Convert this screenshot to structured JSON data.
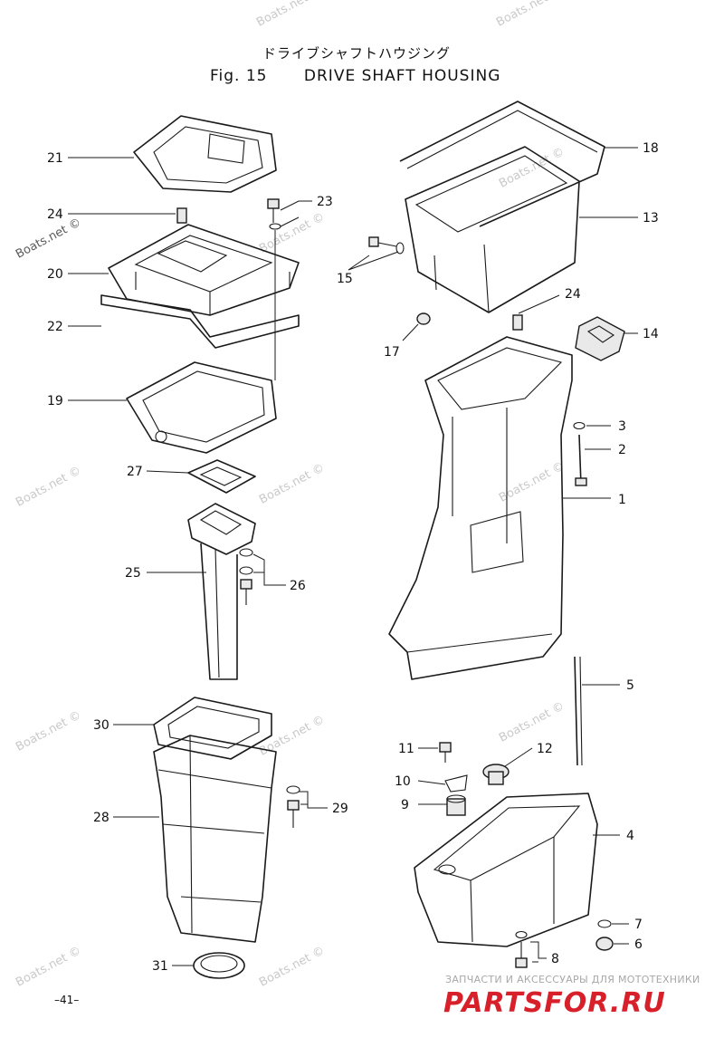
{
  "header": {
    "title_jp": "ドライブシャフトハウジング",
    "fig_label": "Fig. 15",
    "title_en": "DRIVE SHAFT HOUSING"
  },
  "callouts": [
    {
      "num": "1"
    },
    {
      "num": "2"
    },
    {
      "num": "3"
    },
    {
      "num": "4"
    },
    {
      "num": "5"
    },
    {
      "num": "6"
    },
    {
      "num": "7"
    },
    {
      "num": "8"
    },
    {
      "num": "9"
    },
    {
      "num": "10"
    },
    {
      "num": "11"
    },
    {
      "num": "12"
    },
    {
      "num": "13"
    },
    {
      "num": "14"
    },
    {
      "num": "15"
    },
    {
      "num": "17"
    },
    {
      "num": "18"
    },
    {
      "num": "19"
    },
    {
      "num": "20"
    },
    {
      "num": "21"
    },
    {
      "num": "22"
    },
    {
      "num": "23"
    },
    {
      "num": "24"
    },
    {
      "num": "24"
    },
    {
      "num": "25"
    },
    {
      "num": "26"
    },
    {
      "num": "27"
    },
    {
      "num": "28"
    },
    {
      "num": "29"
    },
    {
      "num": "30"
    },
    {
      "num": "31"
    }
  ],
  "watermark": "Boats.net ©",
  "page_number": "–41–",
  "brand": {
    "tagline": "ЗАПЧАСТИ И АКСЕССУАРЫ ДЛЯ МОТОТЕХНИКИ",
    "logo_text": "PARTSFOR.RU",
    "logo_color": "#d8202a"
  }
}
